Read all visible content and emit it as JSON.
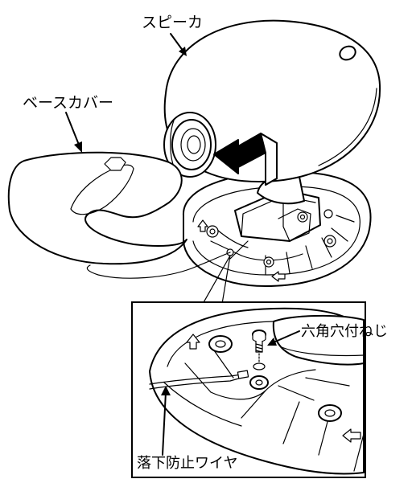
{
  "labels": {
    "speaker": "スピーカ",
    "base_cover": "ベースカバー",
    "hex_screw": "六角穴付ねじ",
    "fall_prevention_wire": "落下防止ワイヤ"
  }
}
